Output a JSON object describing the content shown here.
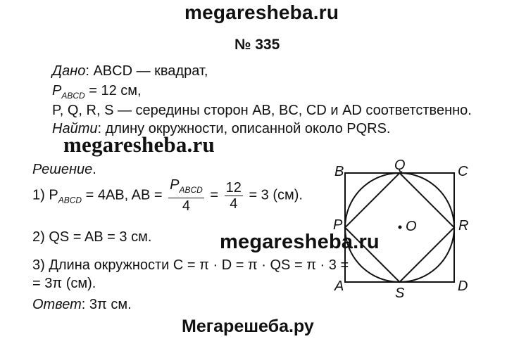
{
  "watermark": {
    "top": "megaresheba.ru",
    "mid1": "megaresheba.ru",
    "mid2": "megaresheba.ru",
    "bottom": "Мегарешеба.ру"
  },
  "problem_number": "№ 335",
  "given": {
    "label": "Дано",
    "l1_rest": ": ABCD — квадрат,",
    "l2_P": "P",
    "l2_sub": "ABCD",
    "l2_rest": " = 12 см,",
    "l3": "P, Q, R, S — середины сторон AB, BC, CD и AD соответственно."
  },
  "find": {
    "label": "Найти",
    "rest": ": длину окружности, описанной около PQRS."
  },
  "solution": {
    "label": "Решение",
    "dot": ".",
    "s1_a": "1) P",
    "s1_sub": "ABCD",
    "s1_b": " = 4AB,  AB =",
    "s1_fracA_num_P": "P",
    "s1_fracA_num_sub": "ABCD",
    "s1_fracA_den": "4",
    "s1_eq1": "=",
    "s1_fracB_num": "12",
    "s1_fracB_den": "4",
    "s1_c": "= 3 (см).",
    "s2": "2) QS = AB = 3 см.",
    "s3a": "3) Длина окружности C = π · D = π · QS = π · 3 =",
    "s3b": "= 3π (см).",
    "answer_label": "Ответ",
    "answer_rest": ": 3π см."
  },
  "figure": {
    "labels": {
      "A": "A",
      "B": "B",
      "C": "C",
      "D": "D",
      "P": "P",
      "Q": "Q",
      "R": "R",
      "S": "S",
      "O": "O"
    }
  }
}
